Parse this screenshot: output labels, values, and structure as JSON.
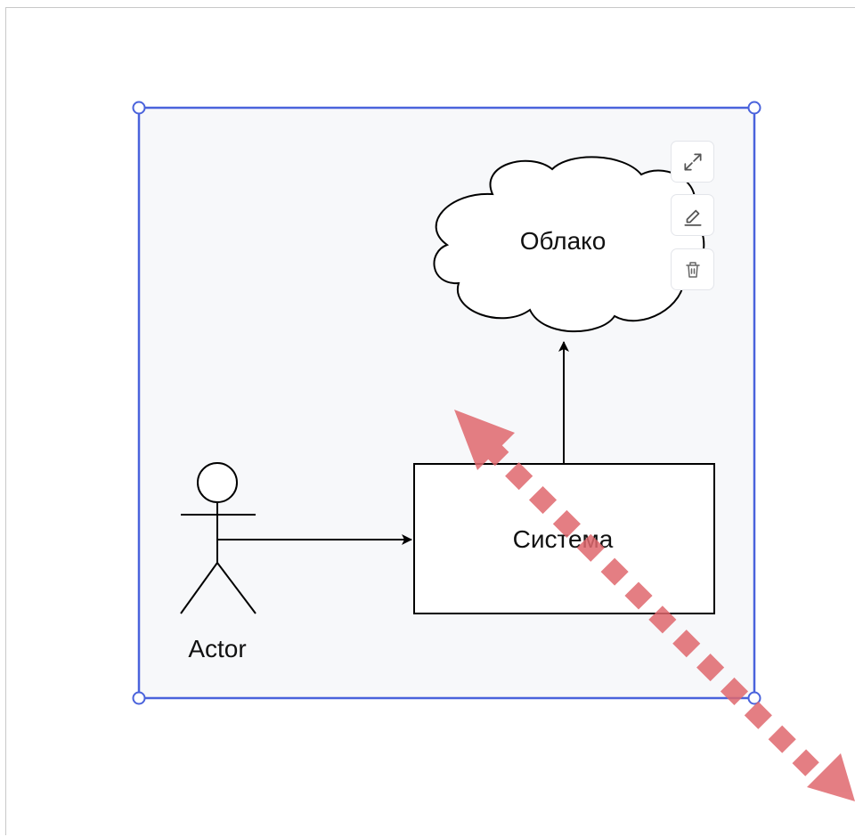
{
  "diagram": {
    "nodes": {
      "cloud": {
        "label": "Облако"
      },
      "system": {
        "label": "Система"
      },
      "actor": {
        "label": "Actor"
      }
    },
    "edges": [
      {
        "from": "actor",
        "to": "system"
      },
      {
        "from": "system",
        "to": "cloud"
      }
    ]
  },
  "selection_toolbar": {
    "buttons": [
      {
        "icon": "expand-icon"
      },
      {
        "icon": "edit-pencil-icon"
      },
      {
        "icon": "trash-icon"
      }
    ]
  },
  "colors": {
    "selection": "#4a63dc",
    "group_fill": "#f7f8fa",
    "drag_indicator": "#e0686e",
    "stroke": "#000000"
  }
}
